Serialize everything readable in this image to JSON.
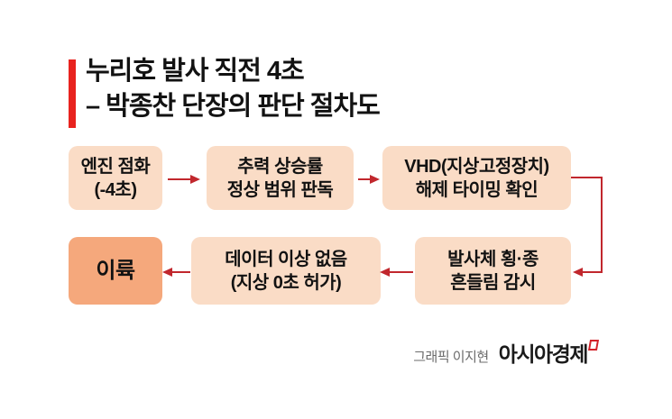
{
  "header": {
    "title_line1": "누리호 발사 직전 4초",
    "title_line2": "– 박종찬 단장의 판단 절차도"
  },
  "flow": {
    "boxes": [
      {
        "id": "engine-ignition",
        "line1": "엔진 점화",
        "line2": "(-4초)"
      },
      {
        "id": "thrust-rate",
        "line1": "추력 상승률",
        "line2": "정상 범위 판독"
      },
      {
        "id": "vhd-release",
        "line1": "VHD(지상고정장치)",
        "line2": "해제 타이밍 확인"
      },
      {
        "id": "shake-monitor",
        "line1": "발사체 횡·종",
        "line2": "흔들림 감시"
      },
      {
        "id": "data-ok",
        "line1": "데이터 이상 없음",
        "line2": "(지상 0초 허가)"
      },
      {
        "id": "liftoff",
        "line1": "이륙"
      }
    ],
    "connections": [
      {
        "from": "engine-ignition",
        "to": "thrust-rate"
      },
      {
        "from": "thrust-rate",
        "to": "vhd-release"
      },
      {
        "from": "vhd-release",
        "to": "shake-monitor"
      },
      {
        "from": "shake-monitor",
        "to": "data-ok"
      },
      {
        "from": "data-ok",
        "to": "liftoff"
      }
    ]
  },
  "footer": {
    "credit": "그래픽 이지현",
    "logo": "아시아경제"
  },
  "colors": {
    "accent_red": "#e8231f",
    "arrow_red": "#c1272d",
    "box_fill": "#fadcc6",
    "box_fill_emphasis": "#f5a87c",
    "text_dark": "#121212",
    "credit_gray": "#6b6b6b",
    "logo_black": "#1a1a1a",
    "logo_mark_red": "#d3232a"
  }
}
